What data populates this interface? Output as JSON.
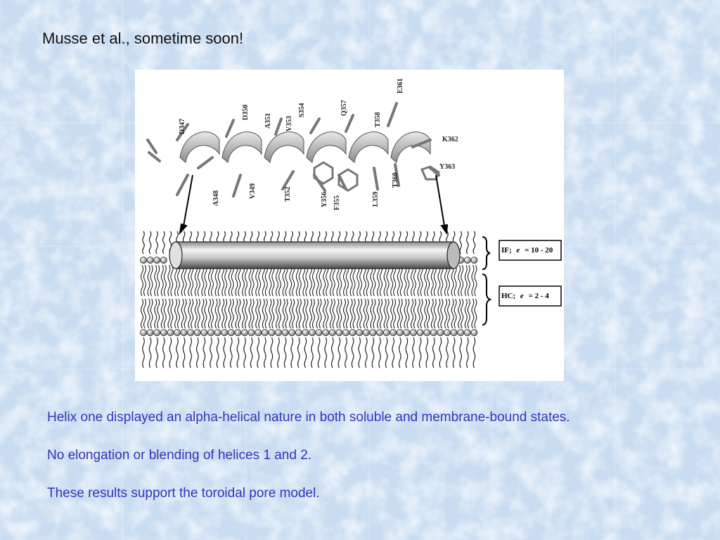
{
  "slide": {
    "title": "Musse et al., sometime soon!",
    "bullets": [
      "Helix one displayed an alpha-helical nature in both soluble and membrane-bound states.",
      "No elongation or blending of helices 1 and 2.",
      "These results support the toroidal pore model."
    ]
  },
  "figure": {
    "residues_top": [
      "D347",
      "D350",
      "A351",
      "V353",
      "S354",
      "Q357",
      "T358",
      "E361"
    ],
    "residues_bottom": [
      "A348",
      "V349",
      "T352",
      "Y356",
      "F355",
      "L359",
      "T360"
    ],
    "residues_right": [
      "K362",
      "Y363"
    ],
    "region_if_label": "IF;",
    "region_if_eps": "e",
    "region_if_value": "= 10 - 20",
    "region_hc_label": "HC;",
    "region_hc_eps": "e",
    "region_hc_value": "= 2 - 4"
  },
  "colors": {
    "background": "#cfe0f3",
    "title": "#111111",
    "bullets": "#3333bb"
  }
}
